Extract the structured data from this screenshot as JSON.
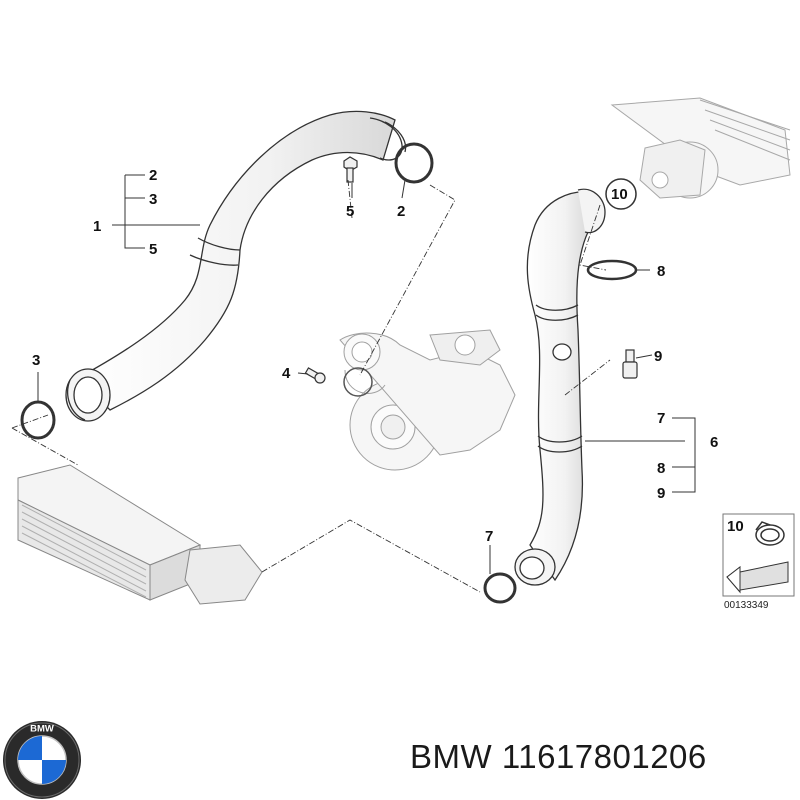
{
  "callouts": {
    "left_group": {
      "main": "1",
      "items": [
        "2",
        "3",
        "5"
      ]
    },
    "bolt_upper": "5",
    "ring_upper": "2",
    "ring_left": "3",
    "bolt_turbo": "4",
    "clamp_ring_right": "10",
    "clamp_right": "8",
    "sensor_right": "9",
    "right_group": {
      "main": "6",
      "items": [
        "7",
        "8",
        "9"
      ]
    },
    "ring_lower": "7"
  },
  "legend_box": {
    "number": "10",
    "reference_code": "00133349"
  },
  "caption": {
    "brand": "BMW",
    "part_number": "11617801206"
  },
  "logo": {
    "letters": "BMW",
    "colors": {
      "blue": "#1c69d4",
      "white": "#ffffff",
      "ring": "#111111"
    }
  }
}
